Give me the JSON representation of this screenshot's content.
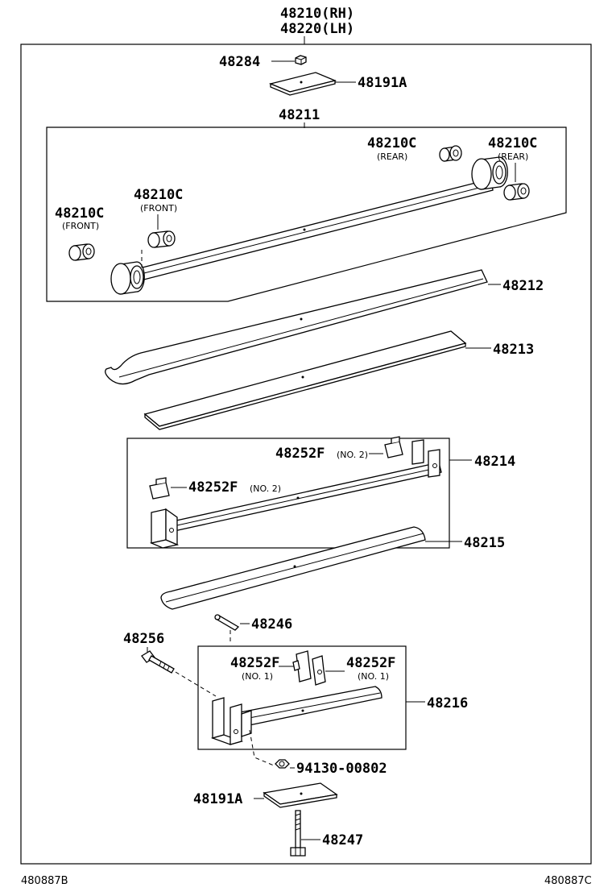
{
  "header": {
    "assembly_rh": "48210(RH)",
    "assembly_lh": "48220(LH)"
  },
  "parts": {
    "p48284": "48284",
    "p48191A_top": "48191A",
    "p48211": "48211",
    "p48210C_rear_1": "48210C",
    "p48210C_rear_1_note": "(REAR)",
    "p48210C_rear_2": "48210C",
    "p48210C_rear_2_note": "(REAR)",
    "p48210C_front_1": "48210C",
    "p48210C_front_1_note": "(FRONT)",
    "p48210C_front_2": "48210C",
    "p48210C_front_2_note": "(FRONT)",
    "p48212": "48212",
    "p48213": "48213",
    "p48252F_a": "48252F",
    "p48252F_a_note": "(NO. 2)",
    "p48252F_b": "48252F",
    "p48252F_b_note": "(NO. 2)",
    "p48214": "48214",
    "p48215": "48215",
    "p48246": "48246",
    "p48256": "48256",
    "p48252F_c": "48252F",
    "p48252F_c_note": "(NO. 1)",
    "p48252F_d": "48252F",
    "p48252F_d_note": "(NO. 1)",
    "p48216": "48216",
    "p94130": "94130-00802",
    "p48191A_bottom": "48191A",
    "p48247": "48247"
  },
  "footer": {
    "ref_left": "480887B",
    "ref_right": "480887C"
  }
}
